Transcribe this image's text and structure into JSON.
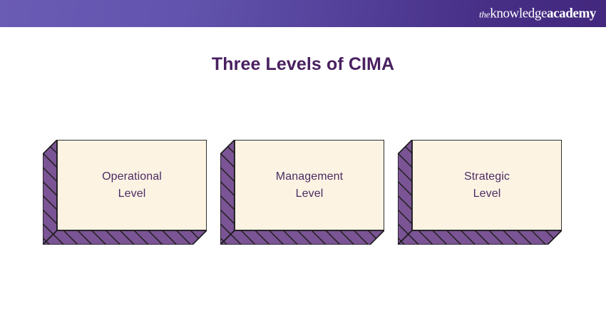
{
  "header": {
    "brand": {
      "prefix": "the",
      "word1": "knowledge",
      "word2": "academy"
    },
    "gradient_from": "#6a5bb5",
    "gradient_to": "#42277d"
  },
  "title": "Three Levels of CIMA",
  "title_color": "#4a2060",
  "diagram": {
    "box_face_color": "#fdf3e3",
    "box_side_color": "#7a5494",
    "box_hatch_color": "#231f20",
    "box_border_color": "#1a1a1a",
    "label_color": "#4a2c63",
    "boxes": [
      {
        "name": "operational",
        "line1": "Operational",
        "line2": "Level"
      },
      {
        "name": "management",
        "line1": "Management",
        "line2": "Level"
      },
      {
        "name": "strategic",
        "line1": "Strategic",
        "line2": "Level"
      }
    ]
  }
}
